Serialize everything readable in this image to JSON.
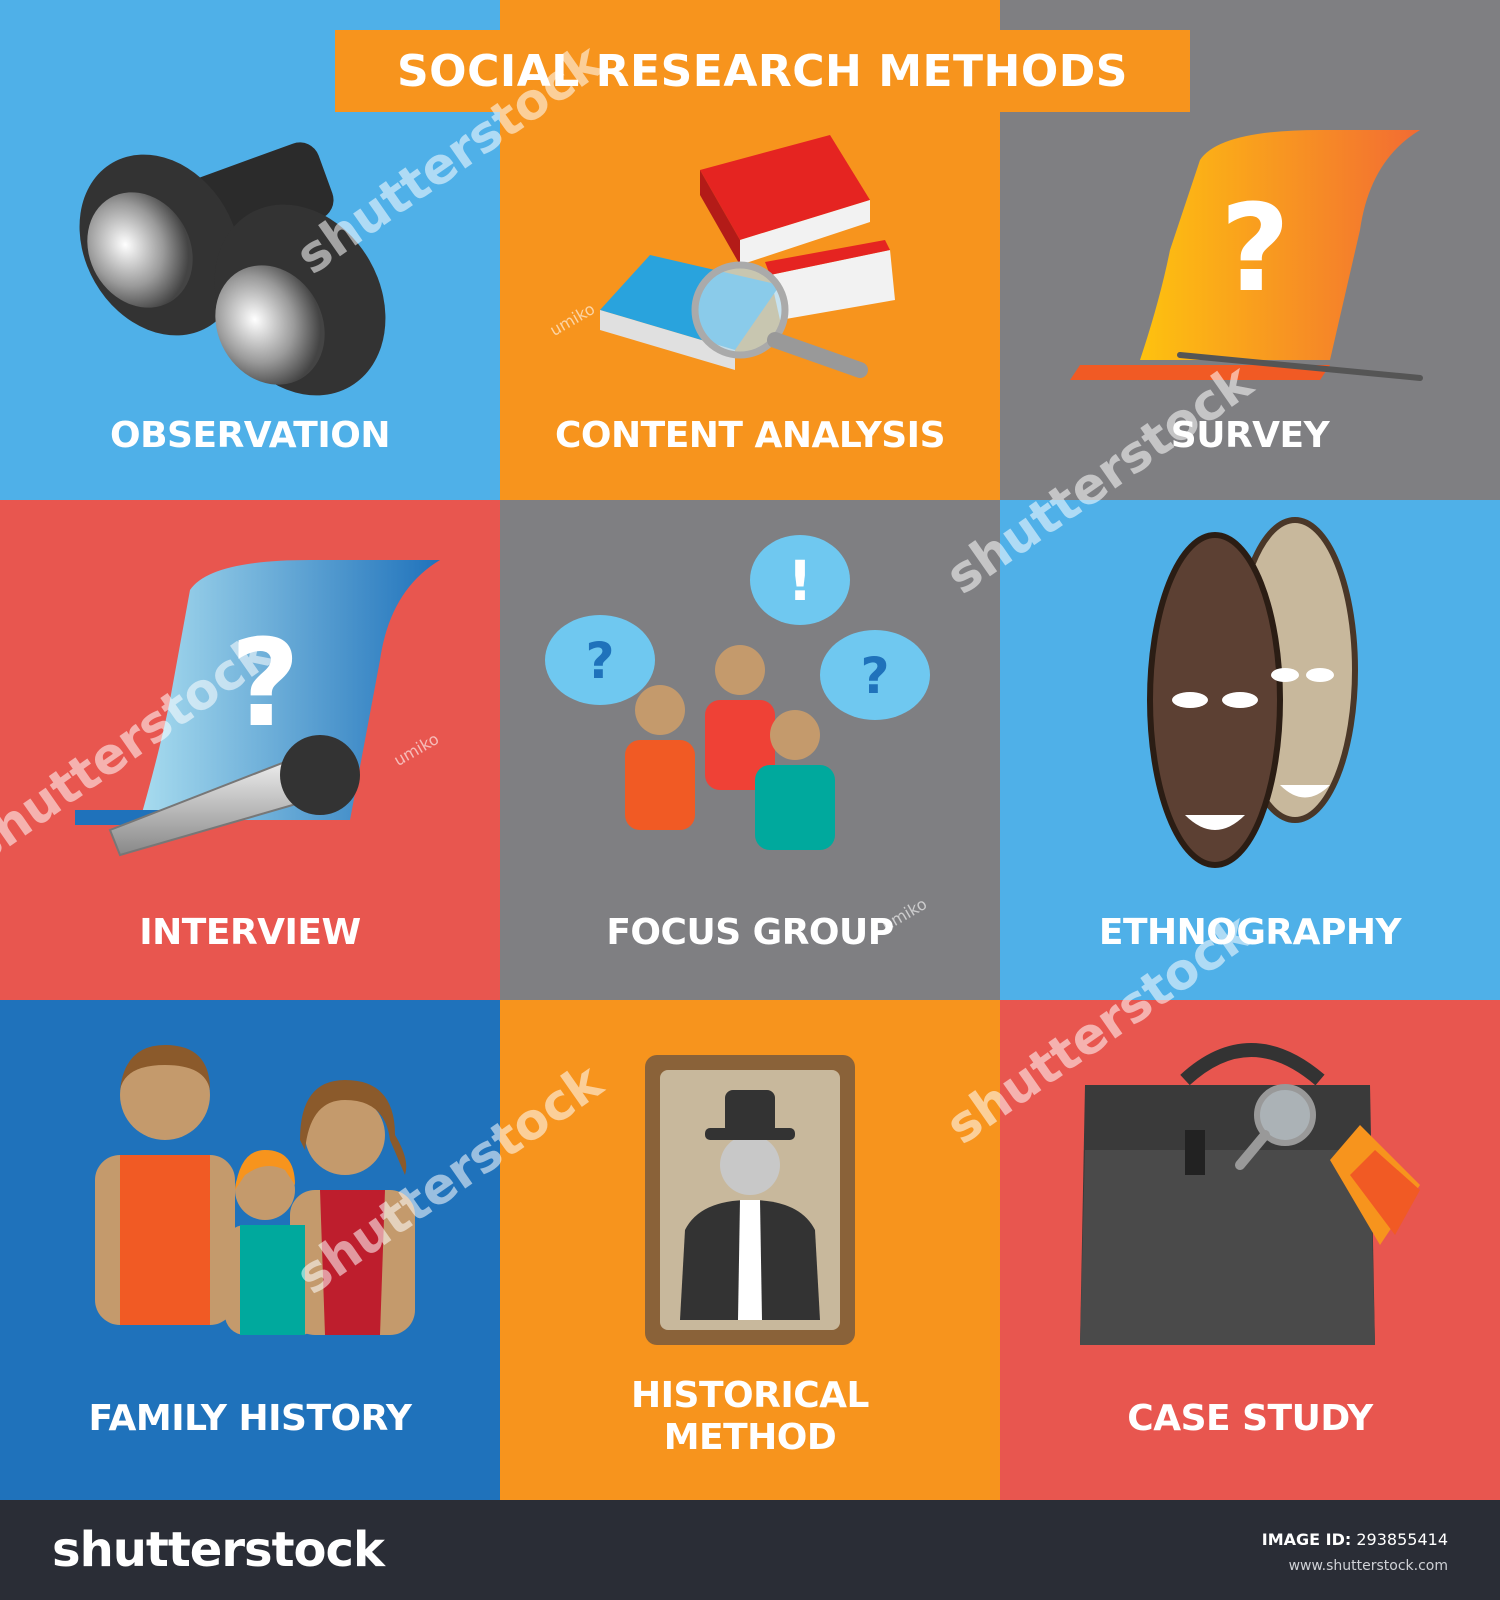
{
  "title": "SOCIAL RESEARCH METHODS",
  "colors": {
    "blue": "#4fb0e8",
    "orange": "#f7941d",
    "gray": "#7f7f82",
    "red": "#e8564f",
    "dark_blue": "#1f72bb",
    "footer": "#2a2d36"
  },
  "tiles": [
    {
      "label": "OBSERVATION",
      "icon": "binoculars-icon",
      "bg": "#4fb0e8"
    },
    {
      "label": "CONTENT ANALYSIS",
      "icon": "books-magnifier-icon",
      "bg": "#f7941d"
    },
    {
      "label": "SURVEY",
      "icon": "questionnaire-pen-icon",
      "bg": "#7f7f82"
    },
    {
      "label": "INTERVIEW",
      "icon": "microphone-question-icon",
      "bg": "#e8564f"
    },
    {
      "label": "FOCUS GROUP",
      "icon": "group-speech-bubbles-icon",
      "bg": "#7f7f82"
    },
    {
      "label": "ETHNOGRAPHY",
      "icon": "tribal-masks-icon",
      "bg": "#4fb0e8"
    },
    {
      "label": "FAMILY HISTORY",
      "icon": "family-icon",
      "bg": "#1f72bb"
    },
    {
      "label": "HISTORICAL\nMETHOD",
      "label_line1": "HISTORICAL",
      "label_line2": "METHOD",
      "icon": "old-portrait-icon",
      "bg": "#f7941d"
    },
    {
      "label": "CASE STUDY",
      "icon": "briefcase-icon",
      "bg": "#e8564f"
    }
  ],
  "watermark": {
    "text": "shutterstock",
    "credit": "umiko"
  },
  "footer": {
    "brand": "shutterstock",
    "image_id_label": "IMAGE ID:",
    "image_id": "293855414",
    "site": "www.shutterstock.com"
  }
}
